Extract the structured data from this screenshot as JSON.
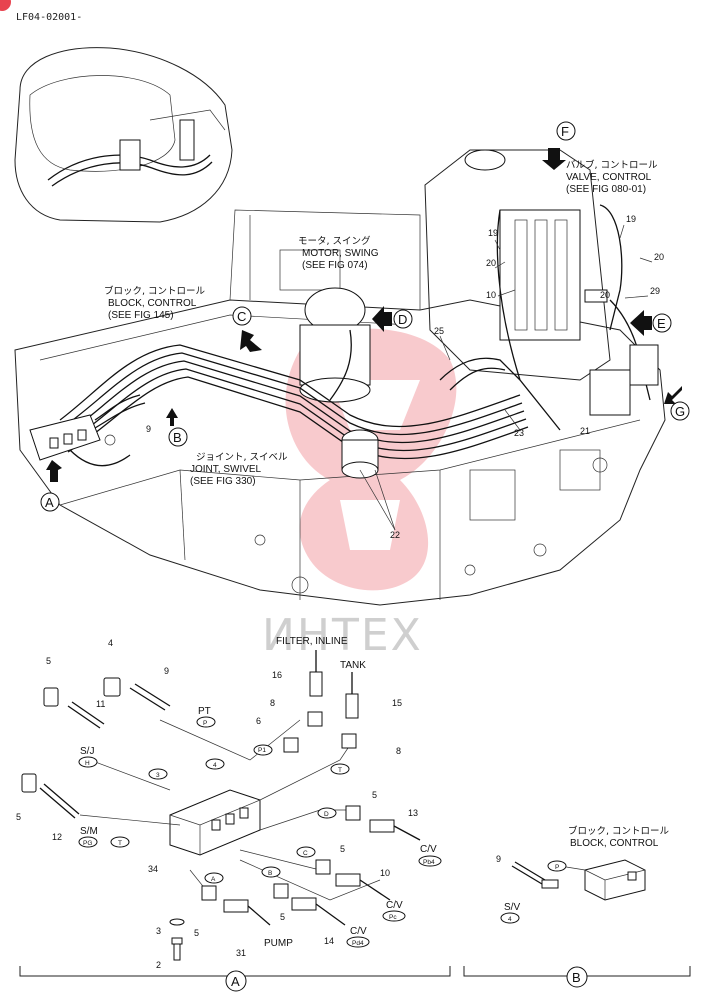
{
  "header": {
    "page_id": "LF04-02001-"
  },
  "watermark": {
    "text": "ИНТЕХ",
    "color": "#e8434f"
  },
  "callouts": {
    "A_top": "A",
    "B_top": "B",
    "C_top": "C",
    "D_top": "D",
    "E_top": "E",
    "F_top": "F",
    "G_top": "G",
    "A_section": "A",
    "B_section": "B"
  },
  "labels": {
    "valve_jp": "バルブ, コントロール",
    "valve_en": "VALVE, CONTROL",
    "valve_ref": "(SEE FIG 080-01)",
    "motor_jp": "モータ, スイング",
    "motor_en": "MOTOR, SWING",
    "motor_ref": "(SEE FIG 074)",
    "block_jp": "ブロック, コントロール",
    "block_en": "BLOCK, CONTROL",
    "block_ref": "(SEE FIG 145)",
    "joint_jp": "ジョイント, スイベル",
    "joint_en": "JOINT, SWIVEL",
    "joint_ref": "(SEE FIG 330)",
    "filter": "FILTER, INLINE",
    "tank": "TANK",
    "pump": "PUMP",
    "pt": "PT",
    "sj": "S/J",
    "sm": "S/M",
    "cv1": "C/V",
    "cv2": "C/V",
    "cv3": "C/V",
    "sv": "S/V",
    "blockB_jp": "ブロック, コントロール",
    "blockB_en": "BLOCK, CONTROL"
  },
  "port_tags": {
    "p": "P",
    "p1": "P1",
    "h": "H",
    "n3": "3",
    "n4": "4",
    "t": "T",
    "pg": "PG",
    "t2": "T",
    "d": "D",
    "c": "C",
    "b": "B",
    "a": "A",
    "pb4": "Pb4",
    "pc": "Pc",
    "pd4": "Pd4",
    "n4b": "4",
    "pB": "P"
  },
  "part_numbers": {
    "n4": "4",
    "n5a": "5",
    "n9": "9",
    "n11": "11",
    "n16": "16",
    "n8a": "8",
    "n15": "15",
    "n6": "6",
    "n8b": "8",
    "n5b": "5",
    "n12": "12",
    "n5c": "5",
    "n13": "13",
    "n34": "34",
    "n5d": "5",
    "n10b": "10",
    "n5e": "5",
    "n5f": "5",
    "n14": "14",
    "n31": "31",
    "n3": "3",
    "n2": "2",
    "n9b": "9",
    "top19a": "19",
    "top19b": "19",
    "top20a": "20",
    "top20b": "20",
    "top20c": "20",
    "top10": "10",
    "top29": "29",
    "top25": "25",
    "top9": "9",
    "top21": "21",
    "top23": "23",
    "top22": "22"
  }
}
